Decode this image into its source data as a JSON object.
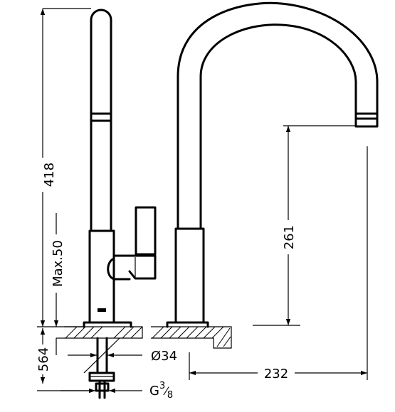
{
  "drawing": {
    "dimensions": {
      "total_height": "418",
      "max_deck_thickness": "Max.50",
      "shank_length": "564",
      "spout_height": "261",
      "spout_reach": "232",
      "hole_diameter": "Ø34",
      "connection_thread_base": "G",
      "connection_thread_num": "3",
      "connection_thread_den": "8"
    }
  }
}
